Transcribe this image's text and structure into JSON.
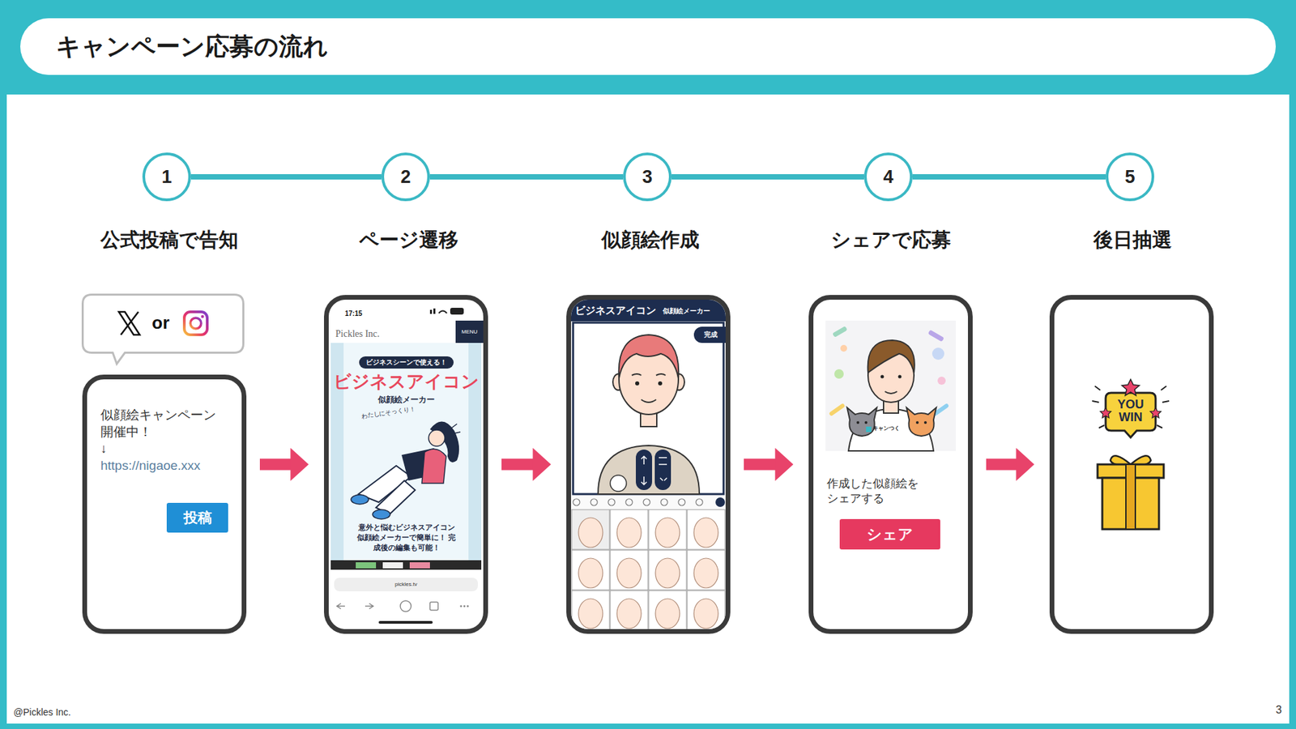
{
  "diagram": {
    "title": "キャンペーン応募の流れ",
    "nodes": [
      {
        "text": [
          "1",
          "公式投稿で告知"
        ]
      },
      {
        "text": [
          "2",
          "ページ遷移"
        ]
      },
      {
        "text": [
          "3",
          "似顔絵作成"
        ]
      },
      {
        "text": [
          "4",
          "シェアで応募"
        ]
      },
      {
        "text": [
          "5",
          "後日抽選"
        ]
      },
      {
        "text": [
          "or"
        ]
      },
      {
        "text": [
          "似顔絵キャンペーン 開催中！",
          "↓",
          "https://nigaoe.xxx"
        ]
      },
      {
        "text": [
          "投稿"
        ],
        "in": 6
      },
      {
        "text": [
          "17:15",
          "Pickles Inc.",
          "MENU",
          "ビジネスシーンで使える！",
          "ビジネスアイコン",
          "似顔絵メーカー",
          "わたしにそっくり！",
          "意外と悩むビジネスアイコン 似顔絵メーカーで簡単に！ 完成後の編集も可能！",
          "pickles.tv"
        ]
      },
      {
        "text": [
          "ビジネスアイコン",
          "似顔絵メーカー",
          "完成"
        ]
      },
      {
        "text": [
          "キャンつく",
          "作成した似顔絵を シェアする"
        ]
      },
      {
        "text": [
          "シェア"
        ],
        "in": 10
      },
      {
        "text": [
          "YOU WIN"
        ]
      }
    ],
    "edges": [
      {
        "from": 0,
        "to": 1,
        "arrow": "none"
      },
      {
        "from": 1,
        "to": 2,
        "arrow": "none"
      },
      {
        "from": 2,
        "to": 3,
        "arrow": "none"
      },
      {
        "from": 3,
        "to": 4,
        "arrow": "none"
      },
      {
        "from": 6,
        "to": 8,
        "arrow": "to"
      },
      {
        "from": 8,
        "to": 9,
        "arrow": "to"
      },
      {
        "from": 9,
        "to": 10,
        "arrow": "to"
      },
      {
        "from": 10,
        "to": 12,
        "arrow": "to"
      }
    ],
    "labels": [
      "@Pickles Inc.",
      "3"
    ]
  }
}
